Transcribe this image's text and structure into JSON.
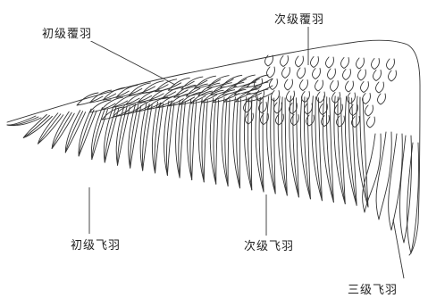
{
  "labels": {
    "primary_coverts": "初级覆羽",
    "secondary_coverts": "次级覆羽",
    "primaries": "初级飞羽",
    "secondaries": "次级飞羽",
    "tertials": "三级飞羽"
  },
  "colors": {
    "ink": "#333333",
    "paper": "#ffffff"
  }
}
